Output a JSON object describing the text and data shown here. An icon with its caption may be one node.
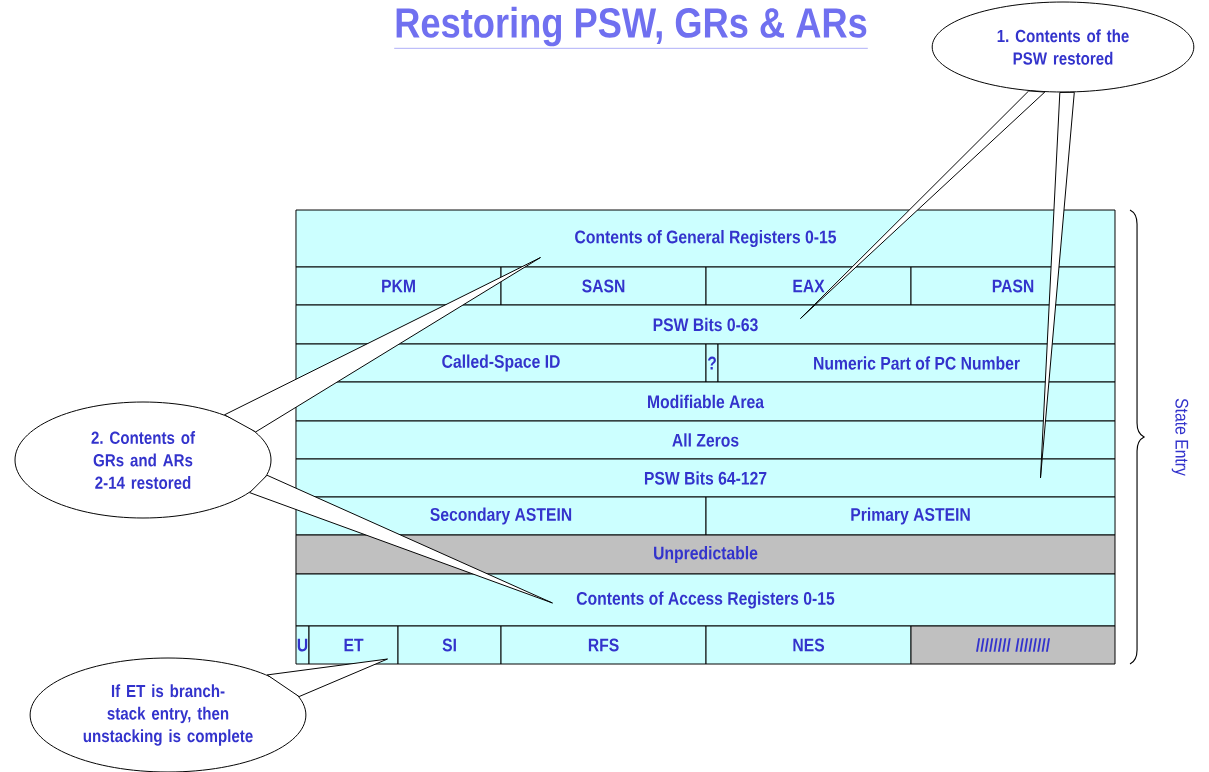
{
  "diagram": {
    "title": "Restoring PSW, GRs & ARs",
    "nodes": [
      {
        "text": [
          "1. Contents of the PSW restored"
        ]
      },
      {
        "text": [
          "Contents of General Registers 0-15"
        ]
      },
      {
        "text": [
          "PKM"
        ]
      },
      {
        "text": [
          "SASN"
        ]
      },
      {
        "text": [
          "EAX"
        ]
      },
      {
        "text": [
          "PASN"
        ]
      },
      {
        "text": [
          "PSW Bits 0-63"
        ]
      },
      {
        "text": [
          "Called-Space ID"
        ]
      },
      {
        "text": [
          "?"
        ]
      },
      {
        "text": [
          "Numeric Part of PC Number"
        ]
      },
      {
        "text": [
          "Modifiable Area"
        ]
      },
      {
        "text": [
          "All Zeros"
        ]
      },
      {
        "text": [
          "PSW Bits 64-127"
        ]
      },
      {
        "text": [
          "Secondary ASTEIN"
        ]
      },
      {
        "text": [
          "Primary ASTEIN"
        ]
      },
      {
        "text": [
          "Unpredictable"
        ]
      },
      {
        "text": [
          "Contents of Access Registers 0-15"
        ]
      },
      {
        "text": [
          "U"
        ]
      },
      {
        "text": [
          "ET"
        ]
      },
      {
        "text": [
          "SI"
        ]
      },
      {
        "text": [
          "RFS"
        ]
      },
      {
        "text": [
          "NES"
        ]
      },
      {
        "text": [
          "//////// ////////"
        ]
      },
      {
        "text": [
          "2. Contents of GRs and ARs 2-14 restored"
        ]
      },
      {
        "text": [
          "If ET is branch-stack entry, then unstacking is complete"
        ]
      }
    ],
    "edges": [
      {
        "from": 0,
        "to": 6,
        "arrow": "none"
      },
      {
        "from": 0,
        "to": 12,
        "arrow": "none"
      },
      {
        "from": 23,
        "to": 1,
        "arrow": "none"
      },
      {
        "from": 23,
        "to": 16,
        "arrow": "none"
      },
      {
        "from": 24,
        "to": 18,
        "arrow": "none"
      }
    ],
    "labels": [
      "State Entry"
    ]
  }
}
